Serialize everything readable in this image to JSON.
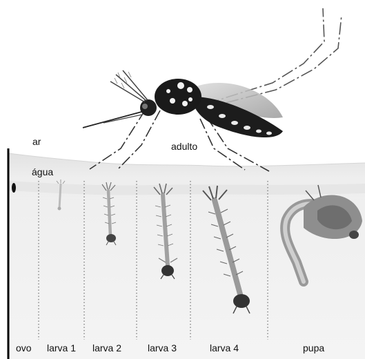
{
  "labels": {
    "air": "ar",
    "water": "água",
    "adult": "adulto"
  },
  "stages": [
    {
      "label": "ovo"
    },
    {
      "label": "larva 1"
    },
    {
      "label": "larva 2"
    },
    {
      "label": "larva 3"
    },
    {
      "label": "larva 4"
    },
    {
      "label": "pupa"
    }
  ]
}
